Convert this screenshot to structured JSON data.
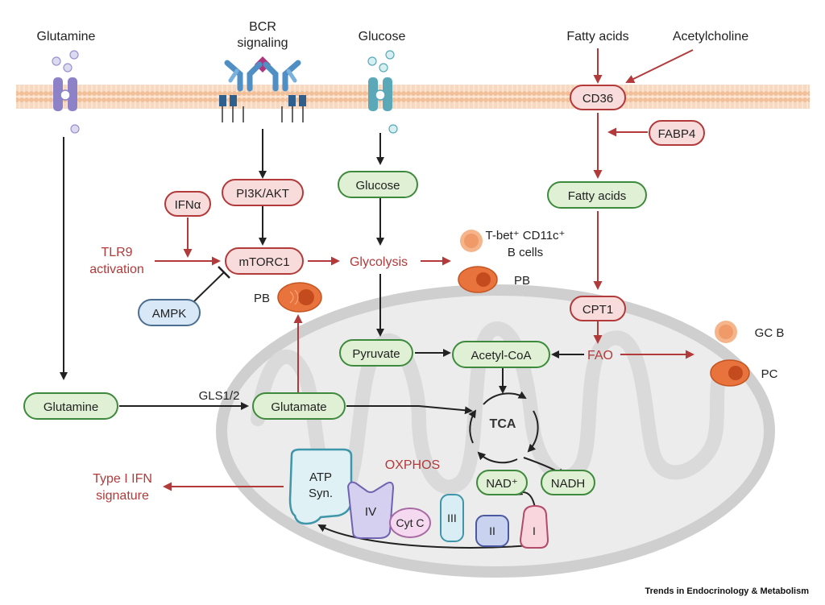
{
  "inputs": {
    "glutamine": "Glutamine",
    "bcr_line1": "BCR",
    "bcr_line2": "signaling",
    "glucose": "Glucose",
    "fatty_acids": "Fatty acids",
    "acetylcholine": "Acetylcholine"
  },
  "nodes": {
    "cd36": "CD36",
    "fabp4": "FABP4",
    "pi3k_akt": "PI3K/AKT",
    "glucose_inner": "Glucose",
    "fatty_acids_inner": "Fatty acids",
    "ifna": "IFNα",
    "mtorc1": "mTORC1",
    "ampk": "AMPK",
    "cpt1": "CPT1",
    "pyruvate": "Pyruvate",
    "acetyl_coa": "Acetyl-CoA",
    "glutamine_inner": "Glutamine",
    "glutamate": "Glutamate",
    "nad_plus": "NAD⁺",
    "nadh": "NADH"
  },
  "labels": {
    "tlr9_line1": "TLR9",
    "tlr9_line2": "activation",
    "glycolysis": "Glycolysis",
    "fao": "FAO",
    "gls": "GLS1/2",
    "tca": "TCA",
    "oxphos": "OXPHOS",
    "type1_line1": "Type I IFN",
    "type1_line2": "signature",
    "pb_left": "PB"
  },
  "cells": {
    "tbet_line1": "T-bet⁺ CD11c⁺",
    "tbet_line2": "B cells",
    "pb_right": "PB",
    "gcb": "GC B",
    "pc": "PC"
  },
  "complexes": {
    "atp_line1": "ATP",
    "atp_line2": "Syn.",
    "iv": "IV",
    "cytc": "Cyt C",
    "iii": "III",
    "ii": "II",
    "i": "I"
  },
  "footer": {
    "credit": "Trends in Endocrinology & Metabolism"
  },
  "colors": {
    "red_arrow": "#b23a3a",
    "green_fill": "#dff0d4",
    "green_stroke": "#3e8a3c",
    "pink_fill": "#f8dcdc",
    "pink_stroke": "#b23a3a",
    "blue_fill": "#d9e8f6",
    "blue_stroke": "#4b6f93",
    "membrane": "#f4c9a8",
    "mito_fill": "#ececec",
    "mito_stroke": "#c8c8c8"
  }
}
